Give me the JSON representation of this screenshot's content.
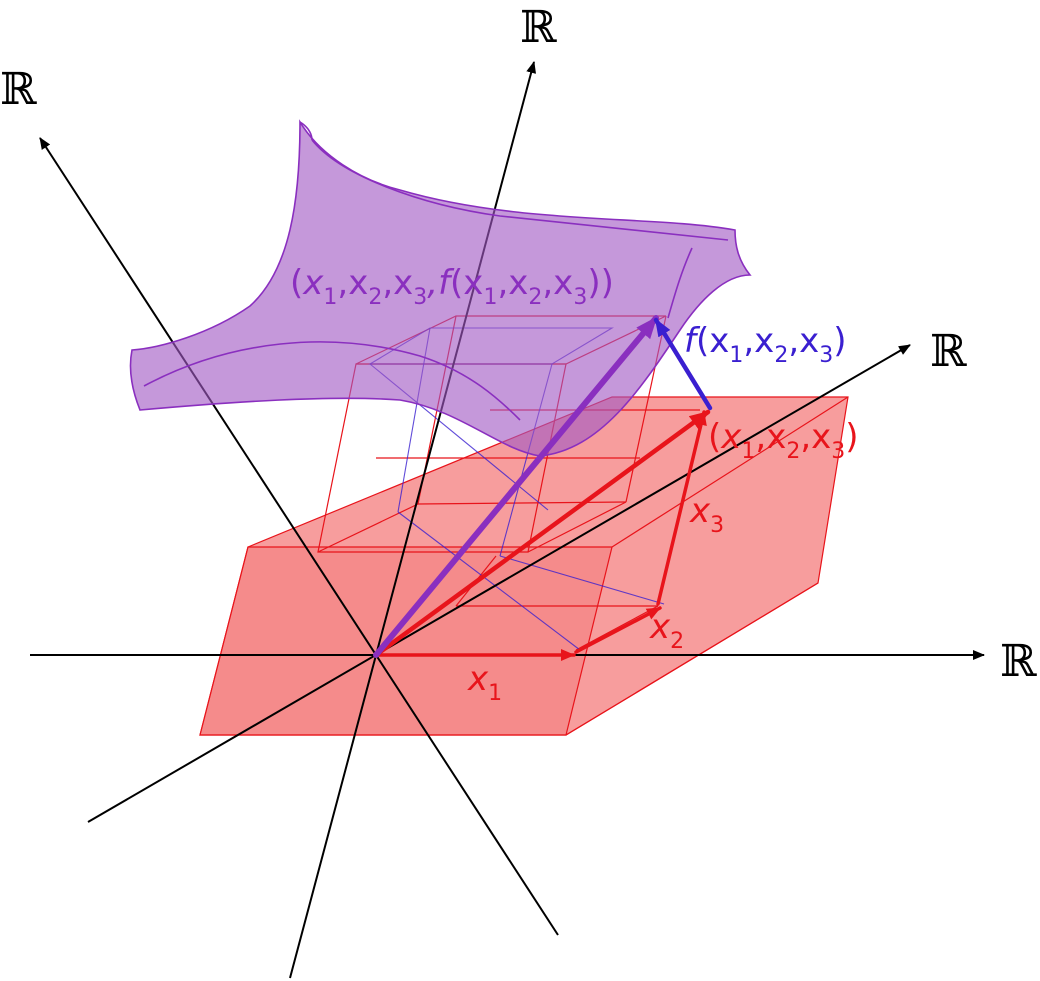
{
  "axes": {
    "x_label": "ℝ",
    "y_label": "ℝ",
    "z_label": "ℝ",
    "w_label": "ℝ"
  },
  "labels": {
    "x1": "x",
    "x1_sub": "1",
    "x2": "x",
    "x2_sub": "2",
    "x3": "x",
    "x3_sub": "3",
    "point_open": "(",
    "point_x": "x",
    "point_s1": "1",
    "point_c1": ",x",
    "point_s2": "2",
    "point_c2": ",x",
    "point_s3": "3",
    "point_close": ")",
    "graph_open": "(",
    "graph_x1": "x",
    "graph_s1": "1",
    "graph_c1": ",x",
    "graph_s2": "2",
    "graph_c2": ",x",
    "graph_s3": "3",
    "graph_f": ",f",
    "graph_paren": "(x",
    "graph_s4": "1",
    "graph_c3": ",x",
    "graph_s5": "2",
    "graph_c4": ",x",
    "graph_s6": "3",
    "graph_close": "))",
    "f_name": "f",
    "f_open": "(x",
    "f_s1": "1",
    "f_c1": ",x",
    "f_s2": "2",
    "f_c2": ",x",
    "f_s3": "3",
    "f_close": ")"
  },
  "colors": {
    "axis": "#000000",
    "domain": "#e8141b",
    "domain_fill": "#f47c7c",
    "graph": "#8a2fbf",
    "graph_fill": "#a259c4",
    "value": "#3a1fd0"
  }
}
